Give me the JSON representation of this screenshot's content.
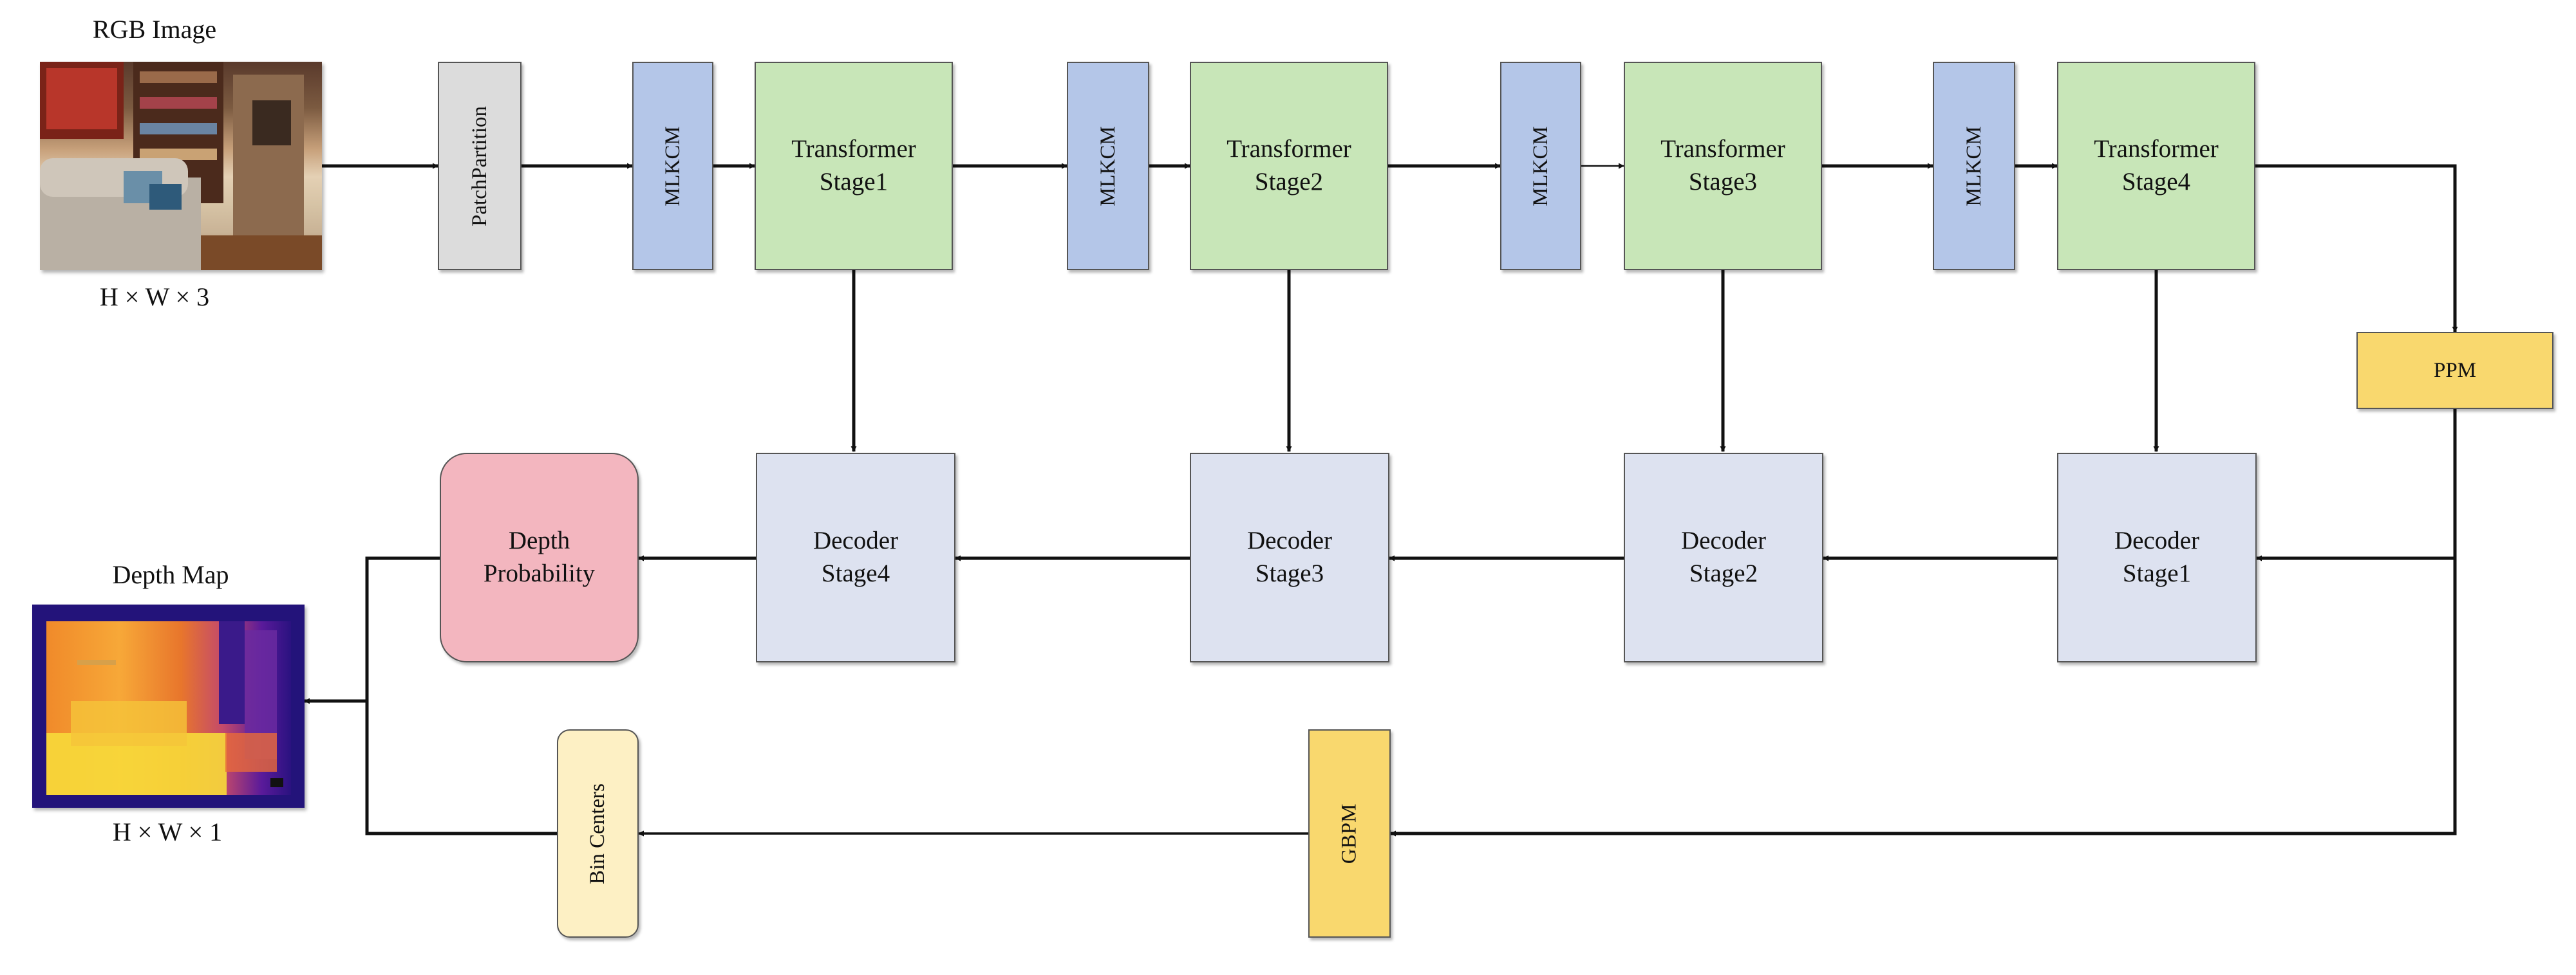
{
  "input": {
    "title": "RGB Image",
    "dims": "H × W × 3"
  },
  "output": {
    "title": "Depth Map",
    "dims": "H × W × 1"
  },
  "encoder": {
    "patch": "PatchPartition",
    "mlkcm": "MLKCM",
    "stages": [
      "Transformer\nStage1",
      "Transformer\nStage2",
      "Transformer\nStage3",
      "Transformer\nStage4"
    ]
  },
  "ppm": "PPM",
  "decoder": {
    "stages": [
      "Decoder\nStage1",
      "Decoder\nStage2",
      "Decoder\nStage3",
      "Decoder\nStage4"
    ]
  },
  "depth_probability": "Depth\nProbability",
  "gbpm": "GBPM",
  "bin_centers": "Bin Centers",
  "colors": {
    "transformer": "#c8e6b8",
    "mlkcm": "#b4c6e8",
    "patch": "#dcdcdc",
    "decoder": "#dde2f0",
    "depth_probability": "#f3b6bf",
    "ppm": "#f9d86e",
    "gbpm": "#f9d86e",
    "bin_centers": "#fdf0c4"
  }
}
